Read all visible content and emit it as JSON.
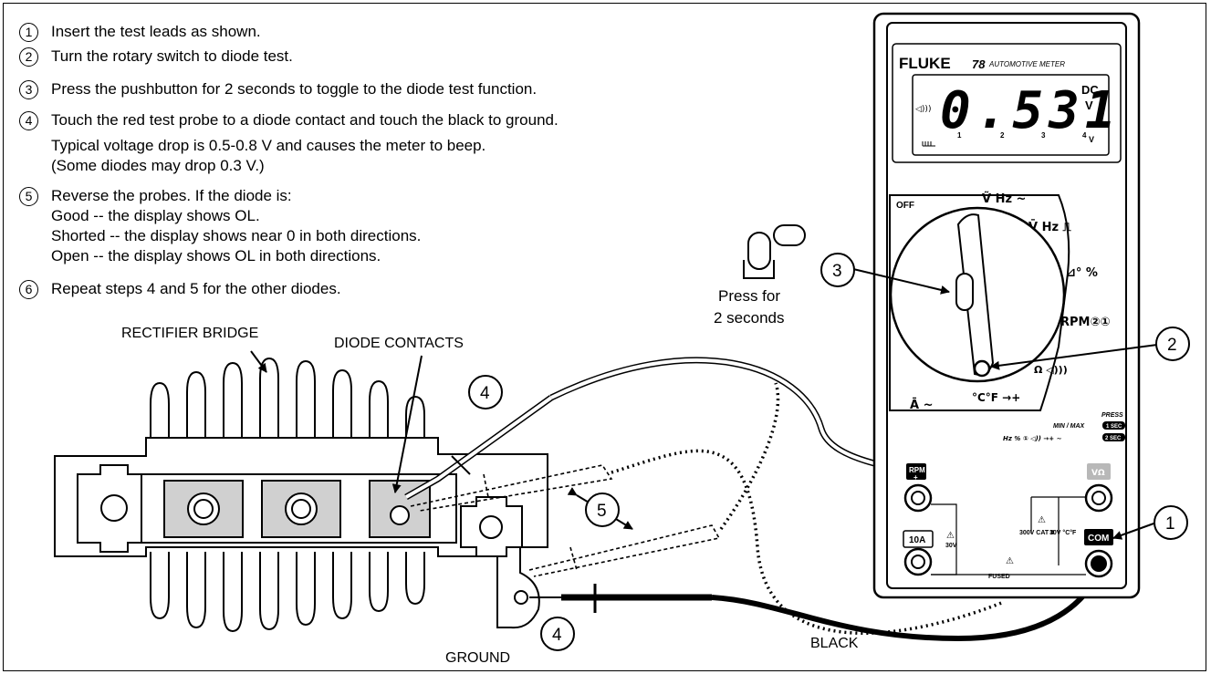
{
  "instructions": [
    {
      "num": "1",
      "text": "Insert the test leads as shown."
    },
    {
      "num": "2",
      "text": "Turn the rotary switch to diode test."
    },
    {
      "num": "3",
      "text": "Press the pushbutton for 2 seconds to toggle to the diode test function."
    },
    {
      "num": "4",
      "text": "Touch the red test probe to a diode contact and touch the black to ground.",
      "extra": [
        "Typical voltage drop is 0.5-0.8 V and causes the meter to beep.",
        "(Some diodes may drop 0.3 V.)"
      ]
    },
    {
      "num": "5",
      "text": "Reverse the probes. If the diode is:",
      "extra": [
        "Good -- the display shows OL.",
        "Shorted -- the display shows near 0 in both directions.",
        "Open -- the display shows OL in both directions."
      ]
    },
    {
      "num": "6",
      "text": "Repeat steps 4 and 5 for the other diodes."
    }
  ],
  "labels": {
    "rectifier_bridge": "RECTIFIER BRIDGE",
    "diode_contacts": "DIODE CONTACTS",
    "ground": "GROUND",
    "black": "BLACK",
    "press_line1": "Press for",
    "press_line2": "2 seconds"
  },
  "callouts": {
    "c2": "2",
    "c3": "3",
    "c1": "1",
    "c4a": "4",
    "c4b": "4",
    "c5": "5"
  },
  "meter": {
    "brand": "FLUKE",
    "model": "78",
    "subtitle": "AUTOMOTIVE METER",
    "reading": "0.531",
    "unit_top": "DC",
    "unit_bottom": "V",
    "scale": [
      "1",
      "2",
      "3",
      "4"
    ],
    "scale_suffix": "V",
    "dial": {
      "off": "OFF",
      "ac_v": "Ṽ Hz ~",
      "dc_v": "V̄ Hz ⎍",
      "dwell": "⊿° %",
      "rpm": "RPM②①",
      "ohm": "Ω ◁)))",
      "temp": "°C°F →+",
      "amp": "Ā ~"
    },
    "press_label": "PRESS",
    "sec1": "1 SEC",
    "sec2": "2 SEC",
    "minmax": "MIN / MAX",
    "modes": "Hz % ① ◁)) →+ ~",
    "jacks": {
      "rpm": "RPM",
      "rpm_sign": "+",
      "amps": "10A",
      "amps_rating": "30V",
      "vohm": "VΩ",
      "com": "COM",
      "cat": "300V CAT II",
      "temp_rating": "30V °C°F",
      "fused": "FUSED"
    }
  },
  "colors": {
    "line": "#000000",
    "panel": "#ffffff",
    "contact_fill": "#d0d0d0",
    "lead_fill": "#f2f2f2"
  }
}
